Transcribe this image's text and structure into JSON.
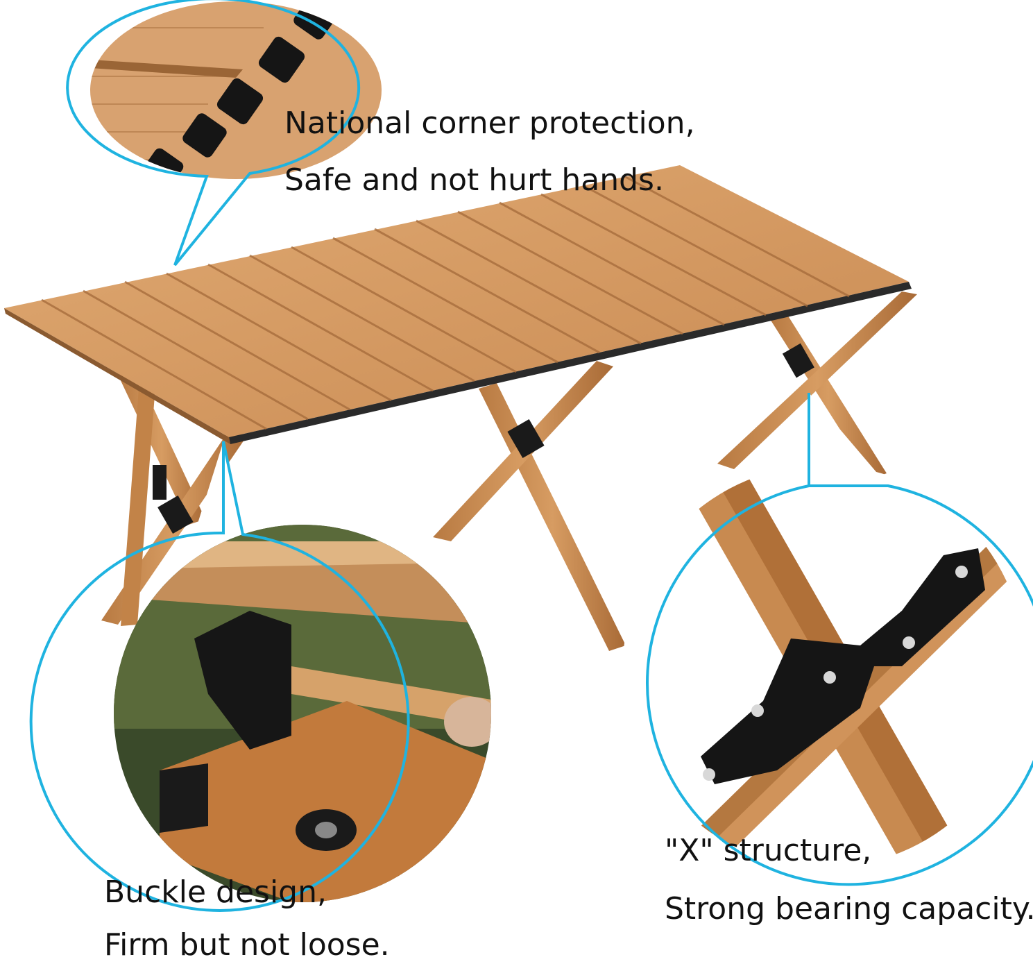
{
  "captions": {
    "corner_line1": "National corner protection,",
    "corner_line2": "Safe and not hurt hands.",
    "buckle_line1": "Buckle design,",
    "buckle_line2": "Firm but not loose.",
    "x_line1": "\"X\" structure,",
    "x_line2": "Strong bearing capacity."
  },
  "colors": {
    "callout_border": "#1fb3e0",
    "wood_light": "#d9a06a",
    "wood_mid": "#c98a52",
    "wood_dark": "#a86a36",
    "hardware": "#1a1a1a",
    "caption_text": "#111111"
  }
}
